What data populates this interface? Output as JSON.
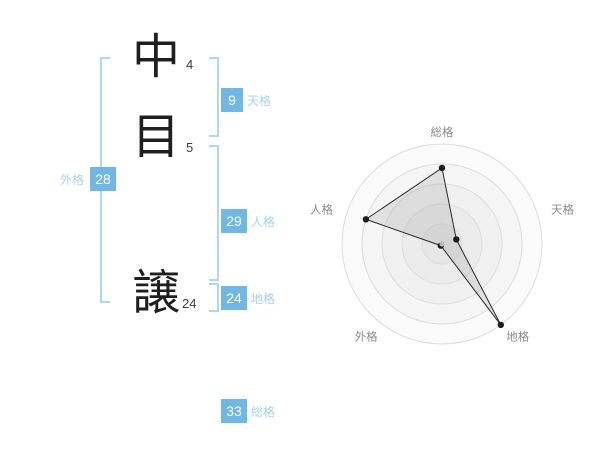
{
  "page": {
    "background": "#ffffff"
  },
  "colors": {
    "value_box_bg": "#6fb7e4",
    "value_box_text": "#ffffff",
    "kaku_label_text": "#a6d3ee",
    "bracket": "#aed8f2",
    "chart_ring_stroke": "#dcdcdc",
    "chart_axis_label": "#8b8b8b",
    "chart_polygon_stroke": "#2b2b2b"
  },
  "name_display": {
    "characters": [
      {
        "char": "中",
        "strokes": "4"
      },
      {
        "char": "目",
        "strokes": "5"
      },
      {
        "char": "譲",
        "strokes": "24"
      }
    ]
  },
  "kaku_labels": {
    "tenkaku": {
      "label": "天格",
      "value": "9"
    },
    "jinkaku": {
      "label": "人格",
      "value": "29"
    },
    "chikaku": {
      "label": "地格",
      "value": "24"
    },
    "gaikaku": {
      "label": "外格",
      "value": "28"
    },
    "soukaku": {
      "label": "総格",
      "value": "33"
    }
  },
  "chart_data": {
    "type": "radar",
    "title": "",
    "grid": "concentric-circles",
    "rings": 5,
    "legend": "none",
    "start_angle_deg": -90,
    "direction": "clockwise",
    "axes": [
      {
        "label": "総格",
        "value": 33,
        "radar_pct": 76
      },
      {
        "label": "天格",
        "value": 9,
        "radar_pct": 15
      },
      {
        "label": "地格",
        "value": 24,
        "radar_pct": 100
      },
      {
        "label": "外格",
        "value": 28,
        "radar_pct": 2
      },
      {
        "label": "人格",
        "value": 29,
        "radar_pct": 80
      }
    ]
  }
}
